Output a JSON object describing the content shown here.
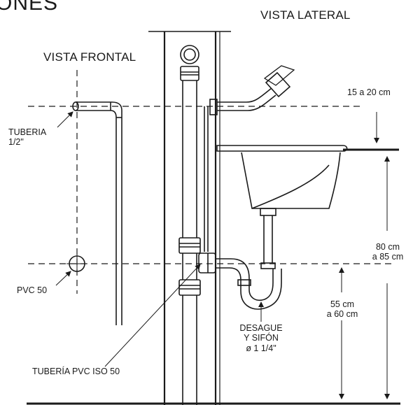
{
  "title": "ONES",
  "views": {
    "lateral": "VISTA LATERAL",
    "frontal": "VISTA FRONTAL"
  },
  "labels": {
    "tuberia_line1": "TUBERIA",
    "tuberia_line2": "1/2\"",
    "pvc50": "PVC 50",
    "tuberia_pvc_iso": "TUBERÍA PVC ISO 50",
    "desague_line1": "DESAGUE",
    "desague_line2": "Y SIFÓN",
    "desague_line3": "ø 1 1/4\""
  },
  "dimensions": {
    "faucet_gap": "15 a 20 cm",
    "sink_height_line1": "80 cm",
    "sink_height_line2": "a 85 cm",
    "drain_height_line1": "55 cm",
    "drain_height_line2": "a 60 cm"
  }
}
